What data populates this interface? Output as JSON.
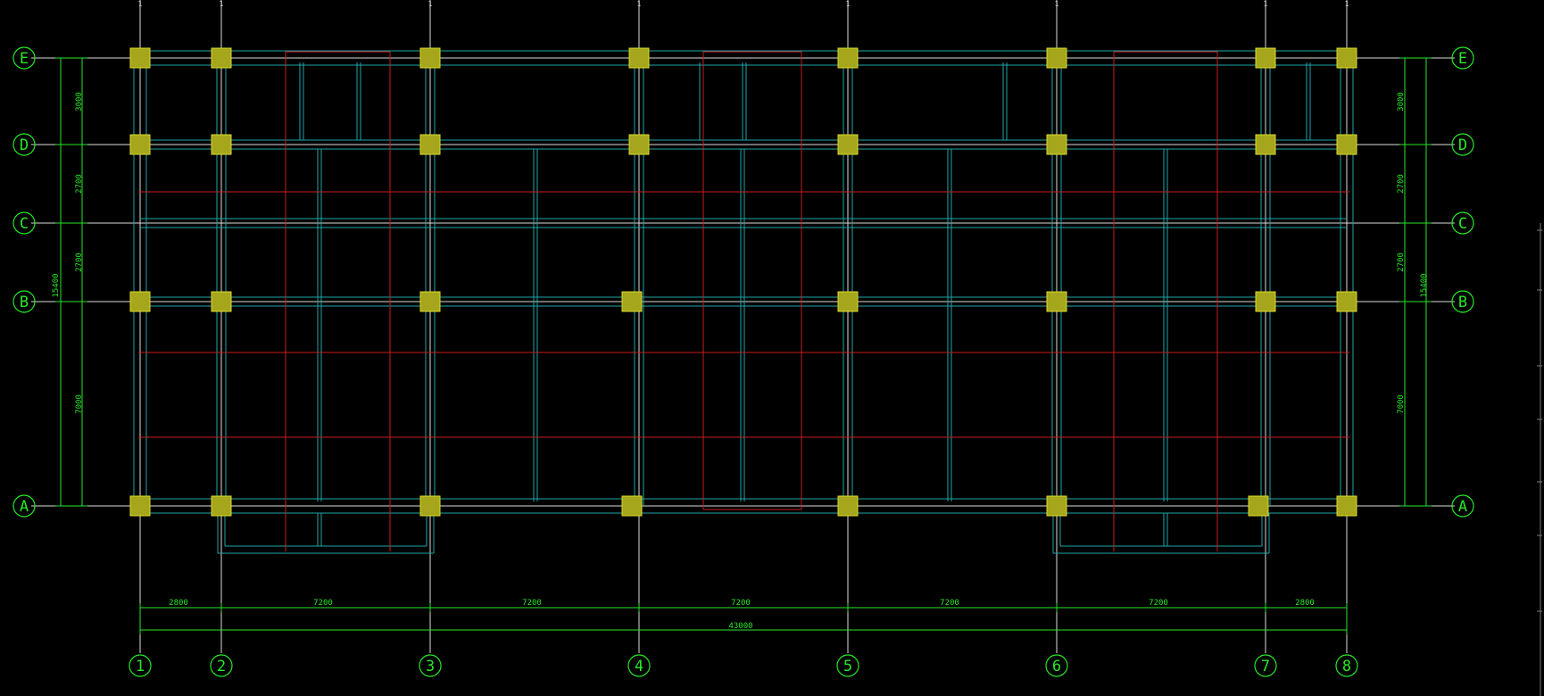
{
  "colors": {
    "background": "#000000",
    "grid": "#dcdcdc",
    "beam": "#21a6a8",
    "red": "#c81e1e",
    "column_fill": "#a6a61d",
    "column_stroke": "#dada2a",
    "dim": "#27e827"
  },
  "axes": {
    "vertical": [
      {
        "label": "1"
      },
      {
        "label": "2"
      },
      {
        "label": "3"
      },
      {
        "label": "4"
      },
      {
        "label": "5"
      },
      {
        "label": "6"
      },
      {
        "label": "7"
      },
      {
        "label": "8"
      }
    ],
    "horizontal": [
      {
        "label": "E"
      },
      {
        "label": "D"
      },
      {
        "label": "C"
      },
      {
        "label": "B"
      },
      {
        "label": "A"
      }
    ]
  },
  "dimensions": {
    "bottom_segments": [
      "2800",
      "7200",
      "7200",
      "7200",
      "7200",
      "7200",
      "2800"
    ],
    "bottom_total": "43000",
    "side_segments": [
      "3000",
      "2700",
      "2700",
      "7000"
    ],
    "side_total": "15400"
  },
  "top_tick_label": "1"
}
